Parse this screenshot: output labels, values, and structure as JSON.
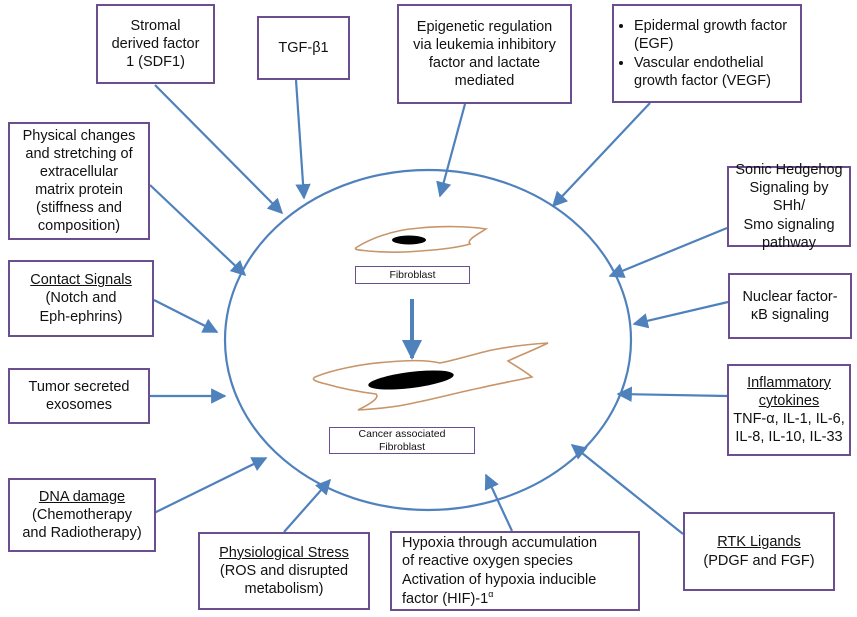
{
  "boxes": {
    "sdf1": {
      "lines": [
        "Stromal",
        "derived factor",
        "1 (SDF1)"
      ]
    },
    "tgf": {
      "text": "TGF-β1"
    },
    "epigenetic": {
      "lines": [
        "Epigenetic regulation",
        "via leukemia inhibitory",
        "factor and lactate",
        "mediated"
      ]
    },
    "egf_vegf": {
      "bullets": [
        "Epidermal growth factor (EGF)",
        "Vascular endothelial growth factor (VEGF)"
      ]
    },
    "physical": {
      "lines": [
        "Physical changes",
        "and stretching of",
        "extracellular",
        "matrix protein",
        "(stiffness and",
        "composition)"
      ]
    },
    "sonic": {
      "lines": [
        "Sonic  Hedgehog",
        "Signaling by SHh/",
        "Smo  signaling",
        "pathway"
      ]
    },
    "contact": {
      "title": "Contact Signals",
      "lines": [
        "(Notch and",
        "Eph-ephrins)"
      ]
    },
    "nfkb": {
      "lines": [
        "Nuclear factor-",
        "κB signaling"
      ]
    },
    "exosomes": {
      "lines": [
        "Tumor secreted",
        "exosomes"
      ]
    },
    "inflammatory": {
      "title_lines": [
        "Inflammatory",
        "cytokines"
      ],
      "lines": [
        "TNF-α, IL-1, IL-6,",
        "IL-8,  IL-10, IL-33"
      ]
    },
    "dna": {
      "title": "DNA damage",
      "lines": [
        "(Chemotherapy",
        "and Radiotherapy)"
      ]
    },
    "stress": {
      "title": "Physiological Stress",
      "lines": [
        "(ROS and disrupted",
        "metabolism)"
      ]
    },
    "hypoxia": {
      "lines": [
        "Hypoxia through accumulation",
        "of reactive oxygen species",
        "Activation of hypoxia inducible"
      ],
      "last_line": "factor (HIF)-1",
      "sup": "α"
    },
    "rtk": {
      "title": "RTK Ligands",
      "lines": [
        "(PDGF and FGF)"
      ]
    }
  },
  "center": {
    "fibroblast_label": "Fibroblast",
    "caf_label_lines": [
      "Cancer associated",
      "Fibroblast"
    ]
  },
  "colors": {
    "box_border": "#6b4e8f",
    "arrow": "#4f81bd",
    "ellipse": "#4f81bd",
    "cell_outline": "#c8956a",
    "nucleus": "#000000"
  }
}
